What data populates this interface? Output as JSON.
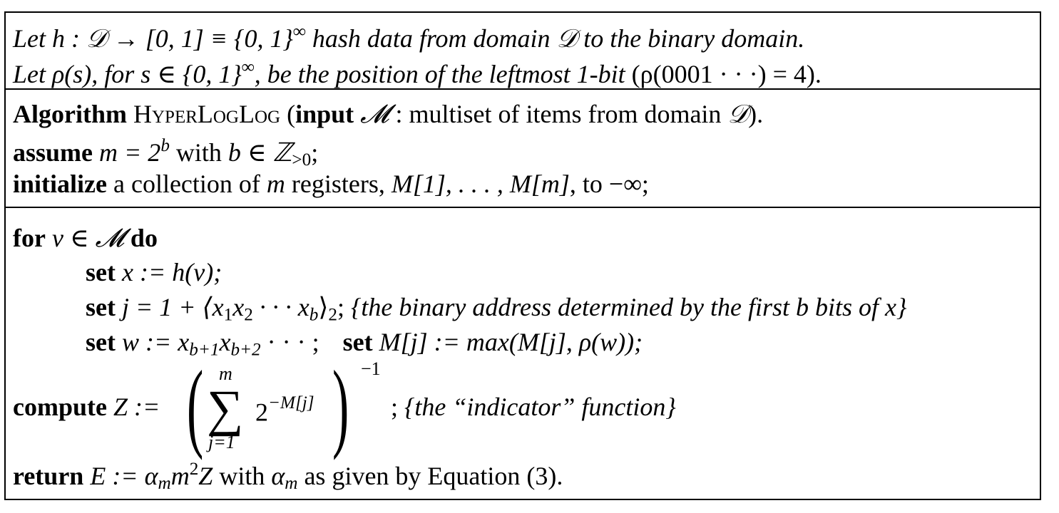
{
  "preamble": {
    "line1": {
      "let": "Let",
      "math": "h : 𝒟 → [0, 1] ≡ {0, 1}",
      "sup": "∞",
      "rest": "hash data from domain 𝒟 to the binary domain."
    },
    "line2": {
      "let": "Let",
      "math": "ρ(s)",
      "mid": ", for",
      "math2": "s ∈ {0, 1}",
      "sup": "∞",
      "rest": ", be the position of the leftmost 1-bit",
      "math3": "(ρ(0001 · · ·) = 4)."
    }
  },
  "header": {
    "kw_algorithm": "Algorithm",
    "name": "HyperLogLog",
    "open": "(",
    "kw_input": "input",
    "input_math": "𝓜",
    "input_desc": ": multiset of items from domain",
    "domain": "𝒟",
    "close": ")."
  },
  "assume": {
    "kw": "assume",
    "math": "m = 2",
    "exp": "b",
    "text": "with",
    "math2": "b ∈ ℤ",
    "sub": ">0",
    "end": ";"
  },
  "initialize": {
    "kw": "initialize",
    "text": "a collection of",
    "m": "m",
    "text2": "registers,",
    "math": "M[1], . . . , M[m]",
    "text3": ", to",
    "math2": "−∞;"
  },
  "loop": {
    "kw_for": "for",
    "math": "v ∈ 𝓜",
    "kw_do": "do",
    "set1": {
      "kw": "set",
      "math": "x := h(v);"
    },
    "set2": {
      "kw": "set",
      "math": "j = 1 + ⟨x",
      "s1": "1",
      "x2": "x",
      "s2": "2",
      "dots": " · · · x",
      "sb": "b",
      "close": "⟩",
      "s3": "2",
      "end": ";",
      "comment": "{the binary address determined by the first b bits of x}"
    },
    "set3": {
      "kw": "set",
      "math": "w := x",
      "s1": "b+1",
      "x2": "x",
      "s2": "b+2",
      "dots": " · · · ;",
      "kw2": "set",
      "math2": "M[j] := max(M[j], ρ(w));"
    }
  },
  "compute": {
    "kw": "compute",
    "math": "Z :=",
    "sigma": "∑",
    "upper": "m",
    "lower": "j=1",
    "term": "2",
    "term_exp": "−M[j]",
    "outer_exp": "−1",
    "end": ";",
    "comment": "{the “indicator” function}"
  },
  "return": {
    "kw": "return",
    "math": "E := α",
    "sub": "m",
    "m": "m",
    "sup": "2",
    "z": "Z",
    "text": "with",
    "alpha": "α",
    "sub2": "m",
    "text2": "as given by Equation (3)."
  }
}
